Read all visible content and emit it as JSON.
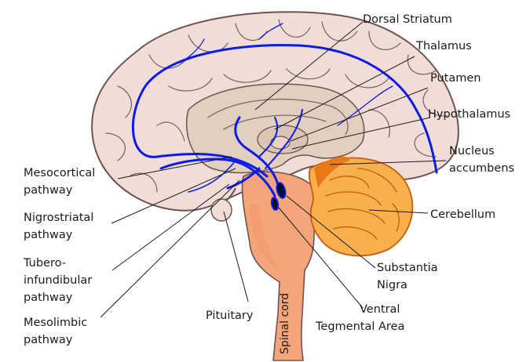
{
  "colors": {
    "cortex": "#f2dcd8",
    "cortex_outline": "#6b5450",
    "deep": "#e3cfbf",
    "brainstem": "#f4a57a",
    "cerebellum": "#f7b04d",
    "cerebellum_dark": "#e77a16",
    "pathway": "#0b1be8",
    "dark_nucleus": "#0a0a2a"
  },
  "labels": {
    "dorsal_striatum": "Dorsal Striatum",
    "thalamus": "Thalamus",
    "putamen": "Putamen",
    "hypothalamus": "Hypothalamus",
    "nucleus_accumbens": [
      "Nucleus",
      "accumbens"
    ],
    "cerebellum": "Cerebellum",
    "substantia_nigra": [
      "Substantia",
      "Nigra"
    ],
    "ventral_tegmental_area": [
      "Ventral",
      "Tegmental Area"
    ],
    "pituitary": "Pituitary",
    "spinal_cord": "Spinal cord",
    "mesocortical": [
      "Mesocortical",
      "pathway"
    ],
    "nigrostriatal": [
      "Nigrostriatal",
      "pathway"
    ],
    "tuberoinfundibular": [
      "Tubero-",
      "infundibular",
      "pathway"
    ],
    "mesolimbic": [
      "Mesolimbic",
      "pathway"
    ]
  }
}
